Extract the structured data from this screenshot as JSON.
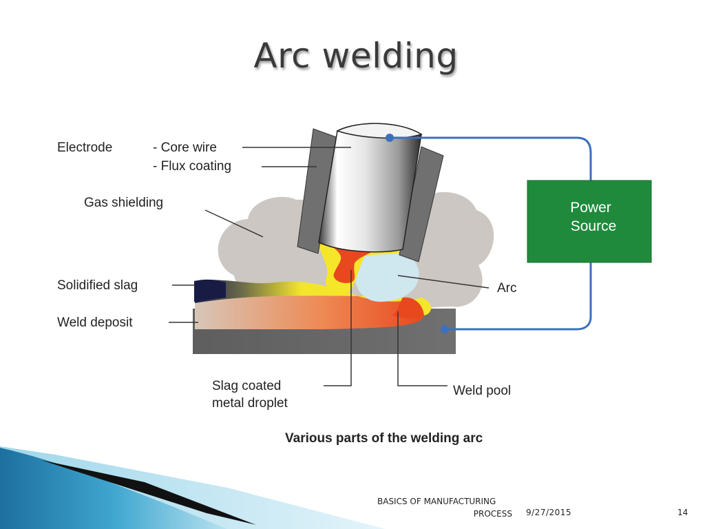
{
  "slide": {
    "title": "Arc welding",
    "footer": {
      "course_line1": "BASICS OF MANUFACTURING",
      "course_line2": "PROCESS",
      "date": "9/27/2015",
      "page": "14"
    }
  },
  "diagram": {
    "labels": {
      "electrode": "Electrode",
      "core_wire": "- Core wire",
      "flux_coating": "- Flux coating",
      "gas_shielding": "Gas shielding",
      "solidified_slag": "Solidified slag",
      "weld_deposit": "Weld deposit",
      "slag_coated_line1": "Slag coated",
      "slag_coated_line2": "metal droplet",
      "weld_pool": "Weld pool",
      "arc": "Arc",
      "power_line1": "Power",
      "power_line2": "Source",
      "caption": "Various parts of the welding arc"
    },
    "colors": {
      "power_source": "#1f8a3c",
      "circuit_wire": "#3d6fbf",
      "base_metal": "#666666",
      "flux": "#707070",
      "gas": "#ccc7c2",
      "arc": "#cfe7ee",
      "droplet": "#e84a1e",
      "slag_yellow": "#f6e62a"
    }
  }
}
